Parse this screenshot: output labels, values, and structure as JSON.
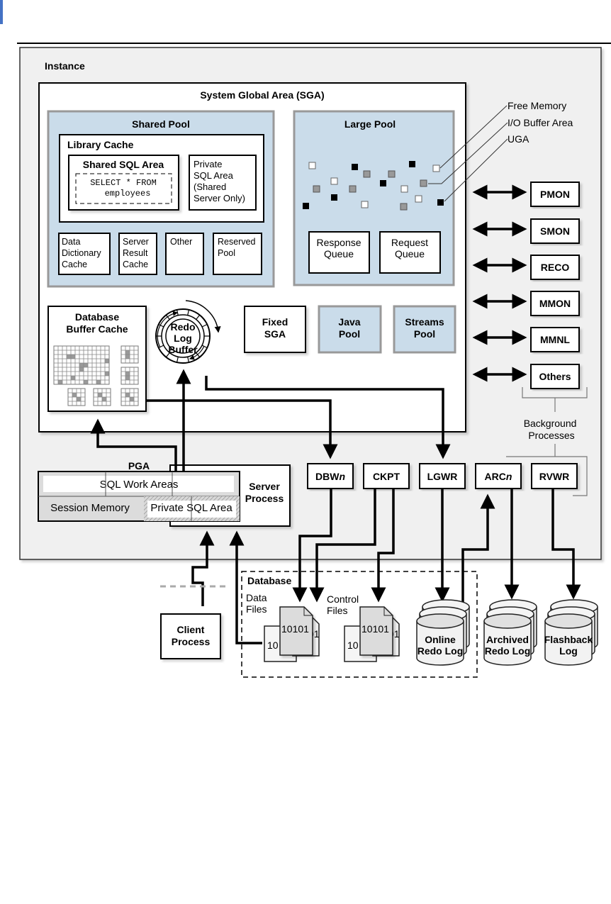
{
  "instance": {
    "label": "Instance"
  },
  "sga": {
    "title": "System Global Area (SGA)",
    "shared_pool": {
      "title": "Shared Pool",
      "library_cache": {
        "title": "Library Cache",
        "shared_sql_area": {
          "title": "Shared SQL Area",
          "sql_line1": "SELECT * FROM",
          "sql_line2": "employees"
        },
        "private_sql_area": {
          "lines": [
            "Private",
            "SQL Area",
            "(Shared",
            "Server Only)"
          ]
        }
      },
      "sub_areas": [
        {
          "lines": [
            "Data",
            "Dictionary",
            "Cache"
          ]
        },
        {
          "lines": [
            "Server",
            "Result",
            "Cache"
          ]
        },
        {
          "lines": [
            "Other"
          ]
        },
        {
          "lines": [
            "Reserved",
            "Pool"
          ]
        }
      ]
    },
    "large_pool": {
      "title": "Large Pool",
      "queues": [
        {
          "lines": [
            "Response",
            "Queue"
          ]
        },
        {
          "lines": [
            "Request",
            "Queue"
          ]
        }
      ],
      "legend": [
        "Free Memory",
        "I/O Buffer Area",
        "UGA"
      ]
    },
    "database_buffer_cache": {
      "lines": [
        "Database",
        "Buffer Cache"
      ]
    },
    "redo_log_buffer": {
      "lines": [
        "Redo",
        "Log",
        "Buffer"
      ]
    },
    "fixed_sga": {
      "lines": [
        "Fixed",
        "SGA"
      ]
    },
    "java_pool": {
      "lines": [
        "Java",
        "Pool"
      ]
    },
    "streams_pool": {
      "lines": [
        "Streams",
        "Pool"
      ]
    }
  },
  "background_processes": {
    "label_lines": [
      "Background",
      "Processes"
    ],
    "side": [
      "PMON",
      "SMON",
      "RECO",
      "MMON",
      "MMNL",
      "Others"
    ],
    "bottom": [
      {
        "name": "DBW",
        "suffix": "n"
      },
      {
        "name": "CKPT",
        "suffix": ""
      },
      {
        "name": "LGWR",
        "suffix": ""
      },
      {
        "name": "ARC",
        "suffix": "n"
      },
      {
        "name": "RVWR",
        "suffix": ""
      }
    ]
  },
  "pga": {
    "title": "PGA",
    "sql_work_areas": "SQL Work Areas",
    "session_memory": "Session Memory",
    "private_sql_area": "Private SQL Area"
  },
  "server_process": {
    "lines": [
      "Server",
      "Process"
    ]
  },
  "client_process": {
    "lines": [
      "Client",
      "Process"
    ]
  },
  "database": {
    "title": "Database",
    "data_files": {
      "lines": [
        "Data",
        "Files"
      ],
      "glyph": "10101"
    },
    "control_files": {
      "lines": [
        "Control",
        "Files"
      ],
      "glyph": "10101"
    },
    "online_redo_log": {
      "lines": [
        "Online",
        "Redo Log"
      ]
    },
    "archived_redo_log": {
      "lines": [
        "Archived",
        "Redo Log"
      ]
    },
    "flashback_log": {
      "lines": [
        "Flashback",
        "Log"
      ]
    }
  },
  "colors": {
    "instance_bg": "#f0f0f0",
    "pool_blue": "#cadcea",
    "pool_border": "#999999",
    "pga_gray": "#dcdcdc"
  }
}
